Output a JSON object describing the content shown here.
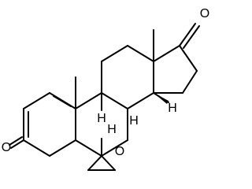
{
  "structure": {
    "atom_labels": {
      "ketone_oxygen_d_ring": "O",
      "ketone_oxygen_a_ring": "O",
      "epoxide_oxygen": "O",
      "h_8": "H",
      "h_9": "H",
      "h_14": "H",
      "h_6": "H"
    }
  }
}
